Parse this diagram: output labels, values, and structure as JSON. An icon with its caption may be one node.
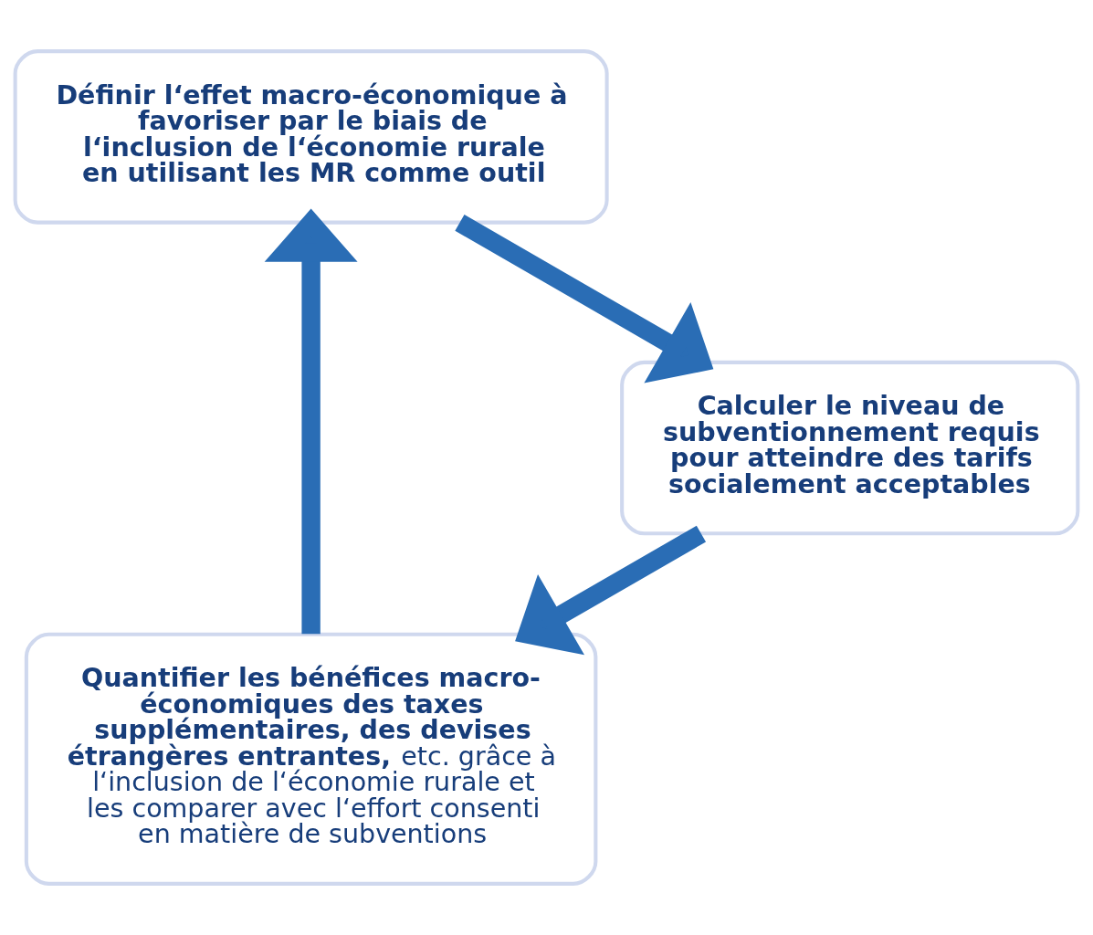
{
  "diagram": {
    "nodes": [
      {
        "text": [
          "**Quantifier les bénéfices macro-économiques des taxes supplémentaires, des devises étrangères entrantes,** etc. grâce à l‘inclusion de l‘économie rurale et les comparer avec l‘effort consenti en matière de subventions"
        ]
      },
      {
        "text": [
          "Définir l‘effet macro-économique à favoriser par le biais de l‘inclusion de l‘économie rurale en utilisant les MR comme outil"
        ]
      },
      {
        "text": [
          "Calculer le niveau de subventionnement requis pour atteindre des tarifs socialement acceptables"
        ]
      }
    ],
    "edges": [
      {
        "from": 0,
        "to": 1,
        "arrow": "to"
      },
      {
        "from": 1,
        "to": 2,
        "arrow": "to"
      },
      {
        "from": 2,
        "to": 0,
        "arrow": "to"
      }
    ]
  }
}
